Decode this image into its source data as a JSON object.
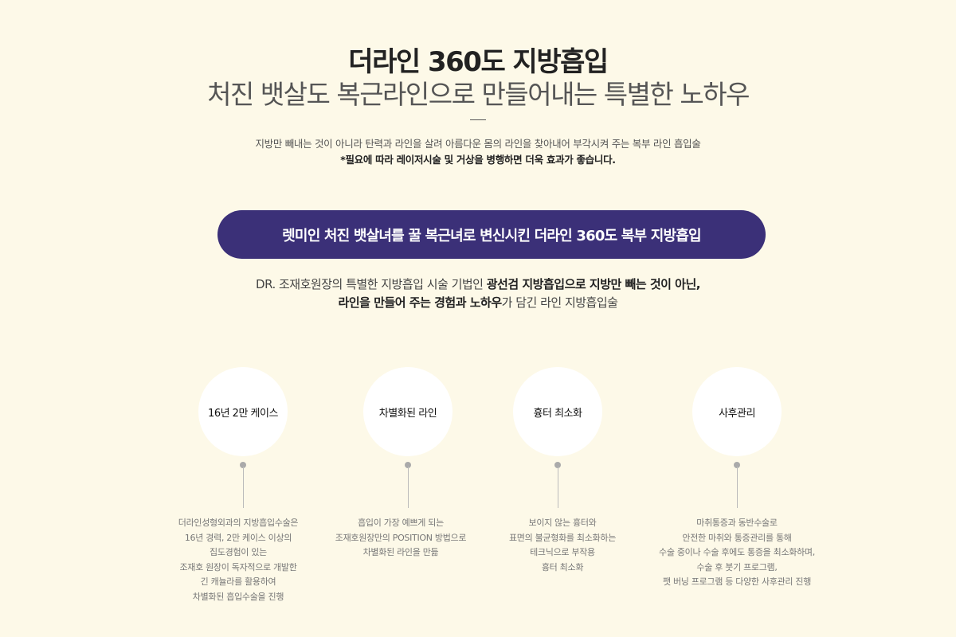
{
  "header": {
    "title": "더라인 360도 지방흡입",
    "subtitle": "처진 뱃살도 복근라인으로 만들어내는 특별한 노하우",
    "desc_line1": "지방만 빼내는 것이 아니라 탄력과 라인을 살려 아름다운 몸의 라인을 찾아내어 부각시켜 주는 복부 라인 흡입술",
    "desc_line2": "*필요에 따라 레이저시술 및 거상을 병행하면 더욱 효과가 좋습니다."
  },
  "banner": {
    "text": "렛미인 처진 뱃살녀를 꿀 복근녀로 변신시킨 더라인 360도 복부 지방흡입"
  },
  "intro": {
    "line1_normal": "DR. 조재호원장의 특별한 지방흡입 시술 기법인 ",
    "line1_bold": "광선검 지방흡입으로 지방만 빼는 것이 아닌,",
    "line2_bold": "라인을 만들어 주는 경험과 노하우",
    "line2_normal": "가 담긴 라인 지방흡입술"
  },
  "features": [
    {
      "title": "16년 2만 케이스",
      "lines": [
        "더라인성형외과의 지방흡입수술은",
        "16년 경력, 2만 케이스 이상의",
        "집도경험이 있는",
        "조재호 원장이 독자적으로 개발한",
        "긴 캐뉼라를 활용하여",
        "차별화된 흡입수술을 진행"
      ]
    },
    {
      "title": "차별화된 라인",
      "lines": [
        "흡입이 가장 예쁘게 되는",
        "조재호원장만의 POSITION 방법으로",
        "차별화된 라인을 만듦"
      ]
    },
    {
      "title": "흉터 최소화",
      "lines": [
        "보이지 않는 흉터와",
        "표면의 불균형화를 최소화하는",
        "테크닉으로 부작용",
        "흉터 최소화"
      ]
    },
    {
      "title": "사후관리",
      "lines": [
        "마취통증과 동반수술로",
        "안전한 마취와 통증관리를 통해",
        "수술 중이나 수술 후에도 통증을 최소화하며,",
        "수술 후 붓기 프로그램,",
        "팻 버닝 프로그램 등 다양한 사후관리 진행"
      ]
    }
  ]
}
